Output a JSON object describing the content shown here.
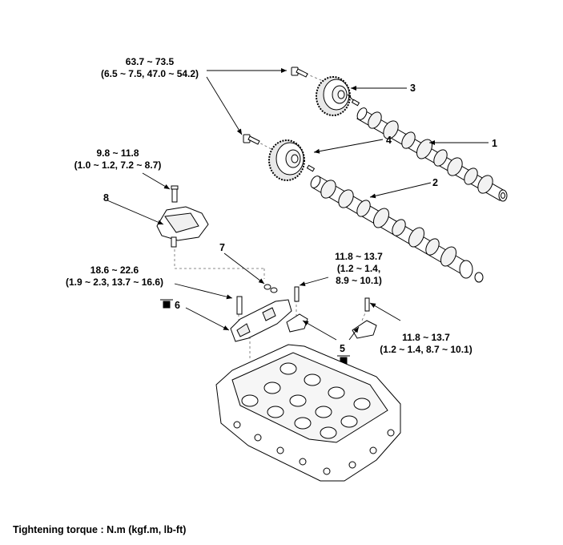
{
  "callouts": {
    "part1": "1",
    "part2": "2",
    "part3": "3",
    "part4": "4",
    "part5": "5",
    "part6": "6",
    "part7": "7",
    "part8": "8"
  },
  "torques": {
    "sprocket_bolts": {
      "line1": "63.7 ~ 73.5",
      "line2": "(6.5 ~ 7.5, 47.0 ~ 54.2)"
    },
    "actuator_bolt": {
      "line1": "9.8 ~ 11.8",
      "line2": "(1.0 ~ 1.2, 7.2 ~ 8.7)"
    },
    "front_cap_bolt": {
      "line1": "18.6 ~ 22.6",
      "line2": "(1.9 ~ 2.3, 13.7 ~ 16.6)"
    },
    "cap_bolt_mid": {
      "line1": "11.8 ~ 13.7",
      "line2": "(1.2 ~ 1.4,",
      "line3": "8.9 ~ 10.1)"
    },
    "cap_bolt_right": {
      "line1": "11.8 ~ 13.7",
      "line2": "(1.2 ~ 1.4, 8.7 ~ 10.1)"
    }
  },
  "footer": {
    "units_note": "Tightening torque : N.m (kgf.m, lb-ft)"
  }
}
